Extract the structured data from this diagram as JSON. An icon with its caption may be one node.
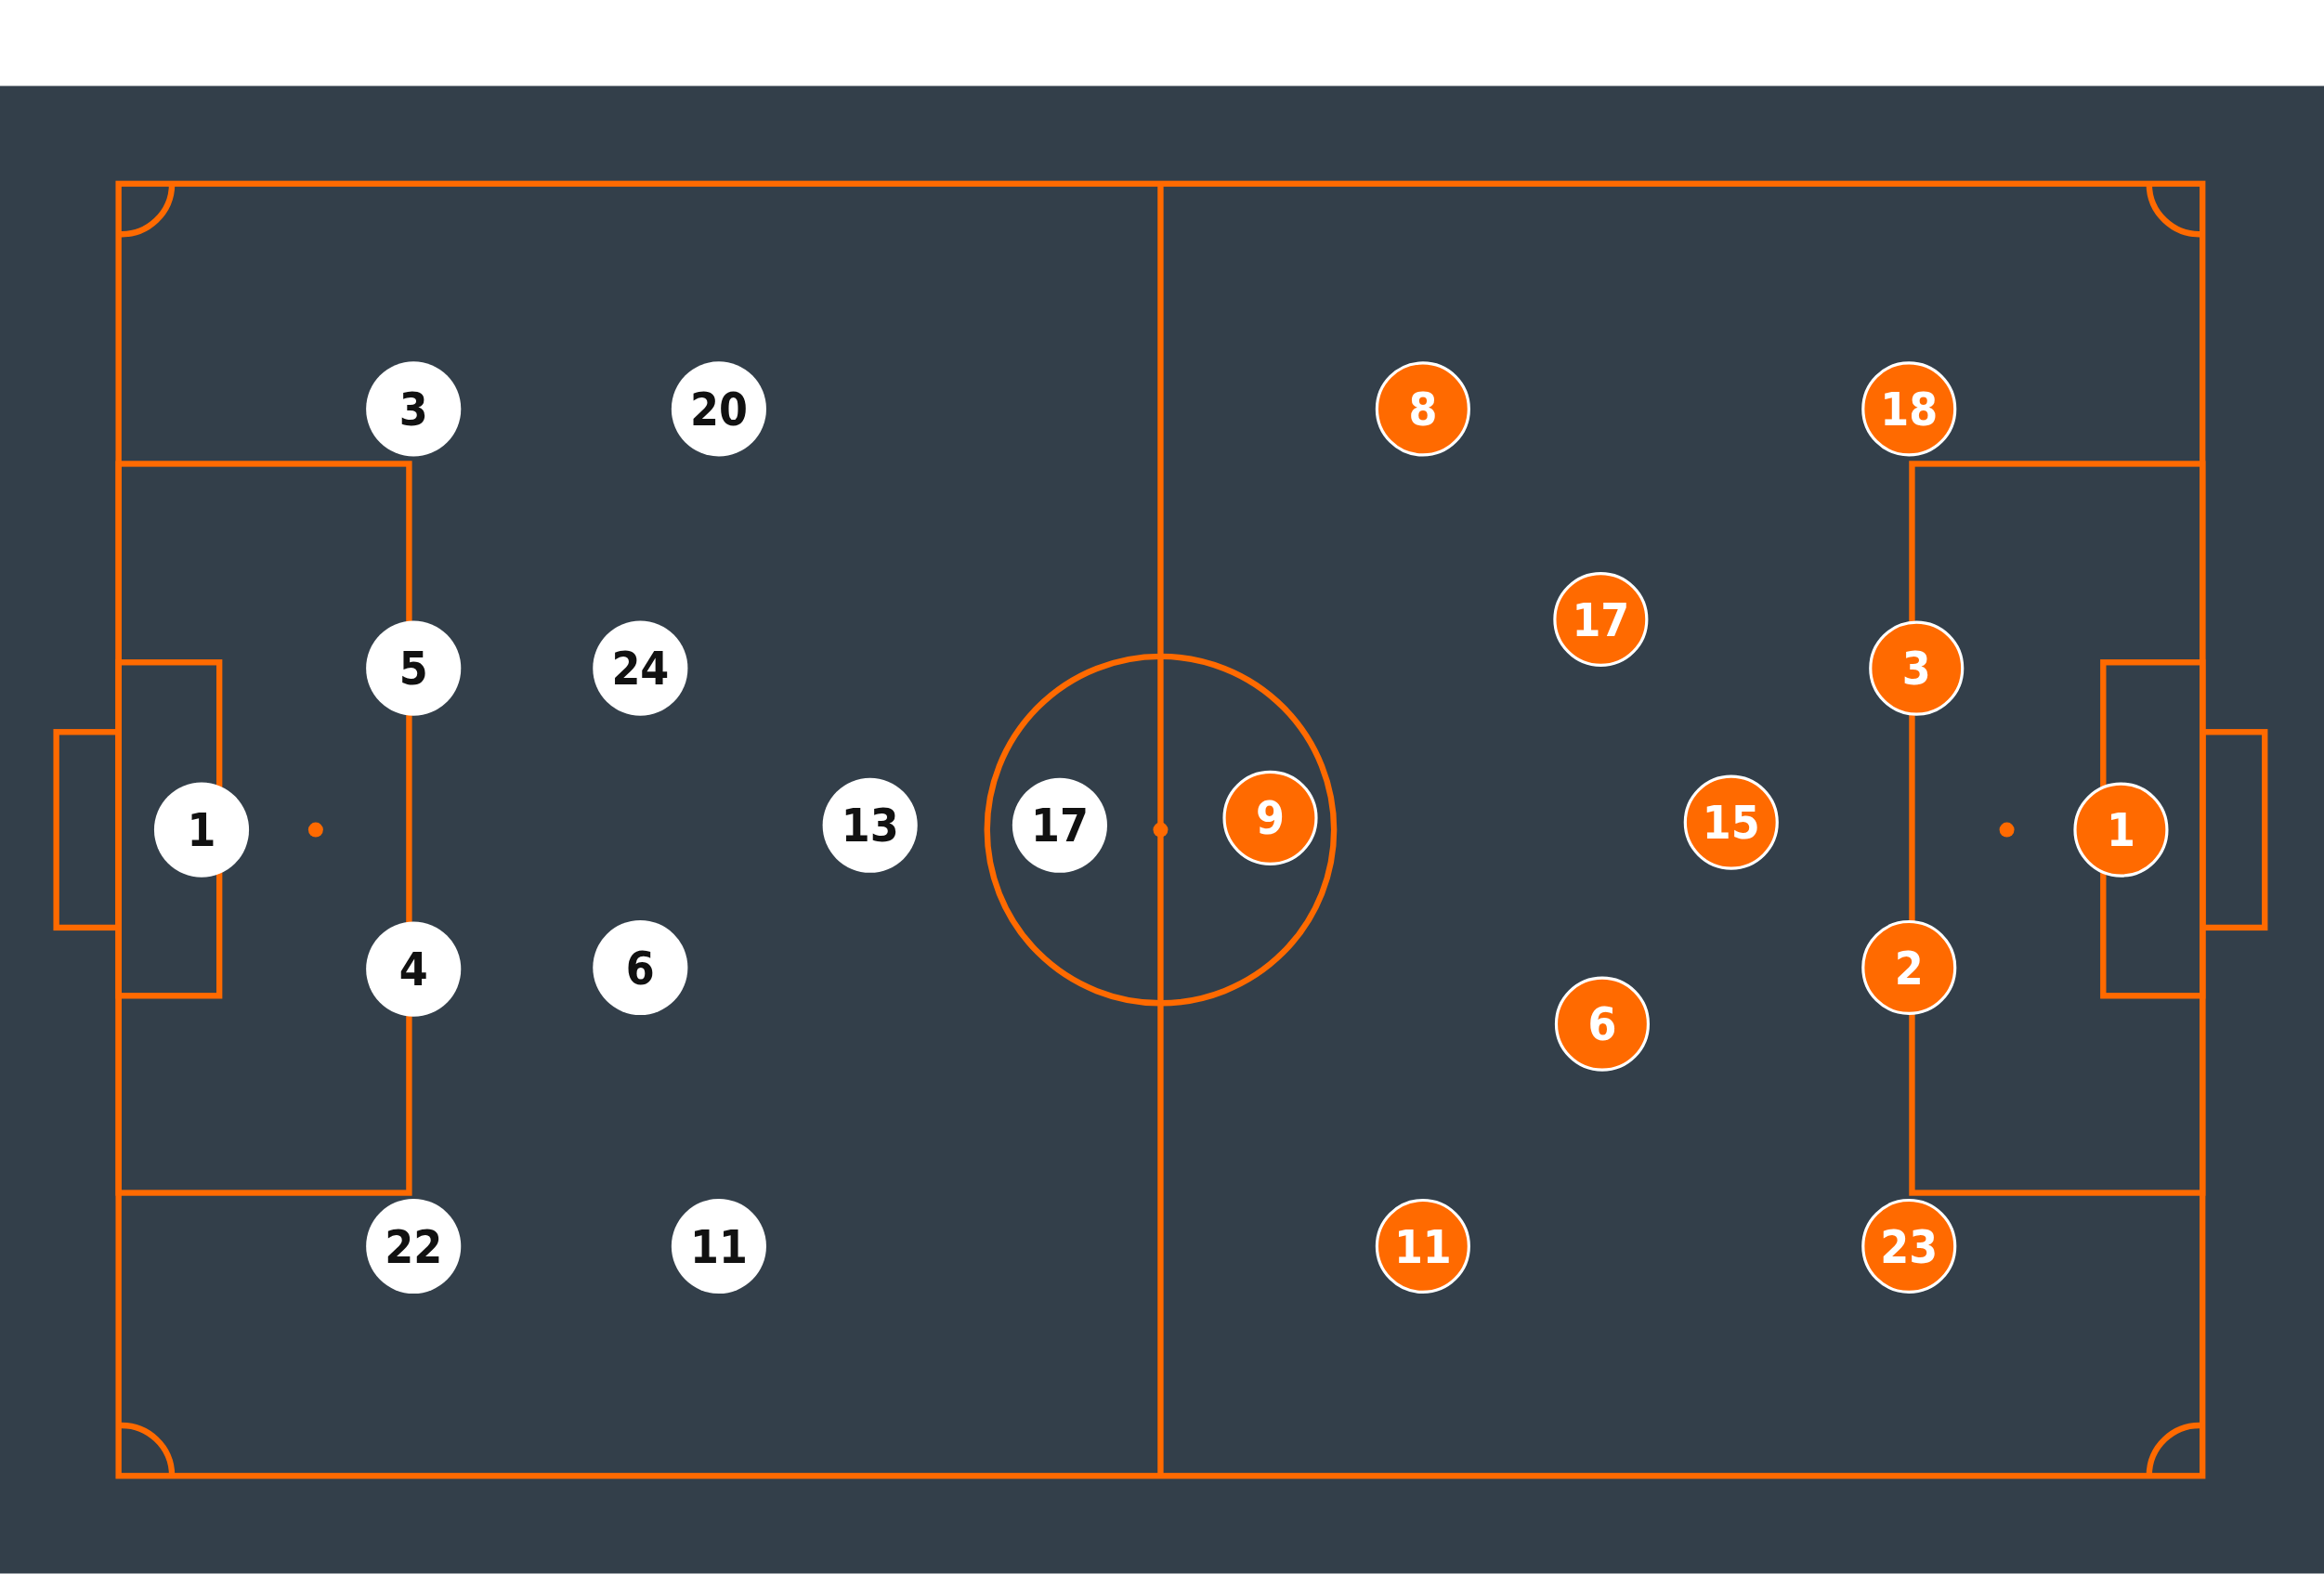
{
  "diagram": {
    "nodes": [
      {
        "text": [
          "3"
        ]
      },
      {
        "text": [
          "20"
        ]
      },
      {
        "text": [
          "5"
        ]
      },
      {
        "text": [
          "24"
        ]
      },
      {
        "text": [
          "1"
        ]
      },
      {
        "text": [
          "13"
        ]
      },
      {
        "text": [
          "17"
        ]
      },
      {
        "text": [
          "4"
        ]
      },
      {
        "text": [
          "6"
        ]
      },
      {
        "text": [
          "22"
        ]
      },
      {
        "text": [
          "11"
        ]
      },
      {
        "text": [
          "8"
        ]
      },
      {
        "text": [
          "18"
        ]
      },
      {
        "text": [
          "17"
        ]
      },
      {
        "text": [
          "3"
        ]
      },
      {
        "text": [
          "9"
        ]
      },
      {
        "text": [
          "15"
        ]
      },
      {
        "text": [
          "1"
        ]
      },
      {
        "text": [
          "2"
        ]
      },
      {
        "text": [
          "6"
        ]
      },
      {
        "text": [
          "11"
        ]
      },
      {
        "text": [
          "23"
        ]
      }
    ]
  }
}
